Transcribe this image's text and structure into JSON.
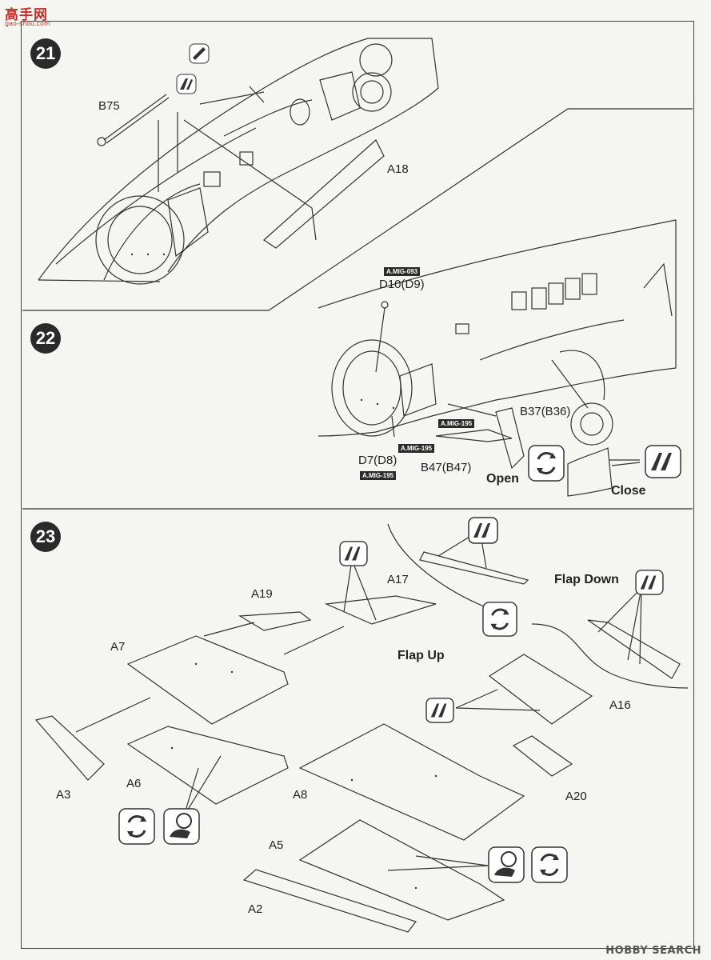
{
  "watermark": {
    "top": "高手网",
    "top_sub": "gao-shou.com",
    "bottom": "HOBBY SEARCH"
  },
  "steps": [
    {
      "number": "21"
    },
    {
      "number": "22"
    },
    {
      "number": "23"
    }
  ],
  "parts": {
    "b75": "B75",
    "a18": "A18",
    "d10": "D10(D9)",
    "b37": "B37(B36)",
    "d7": "D7(D8)",
    "b47": "B47(B47)",
    "a19": "A19",
    "a17": "A17",
    "a7": "A7",
    "a3": "A3",
    "a6": "A6",
    "a8": "A8",
    "a16": "A16",
    "a20": "A20",
    "a5": "A5",
    "a2": "A2"
  },
  "paints": {
    "mig093": "A.MIG-093",
    "mig195_a": "A.MIG-195",
    "mig195_b": "A.MIG-195",
    "mig195_c": "A.MIG-195"
  },
  "captions": {
    "open": "Open",
    "close": "Close",
    "flap_down": "Flap Down",
    "flap_up": "Flap Up"
  },
  "icons": [
    "glue-icon",
    "cement-icon",
    "rotate-icon",
    "paint-brush-icon"
  ],
  "colors": {
    "ink": "#1a1a1a",
    "paper": "#f5f5f2",
    "badge": "#2a2a2a",
    "watermark": "#c0302a"
  }
}
